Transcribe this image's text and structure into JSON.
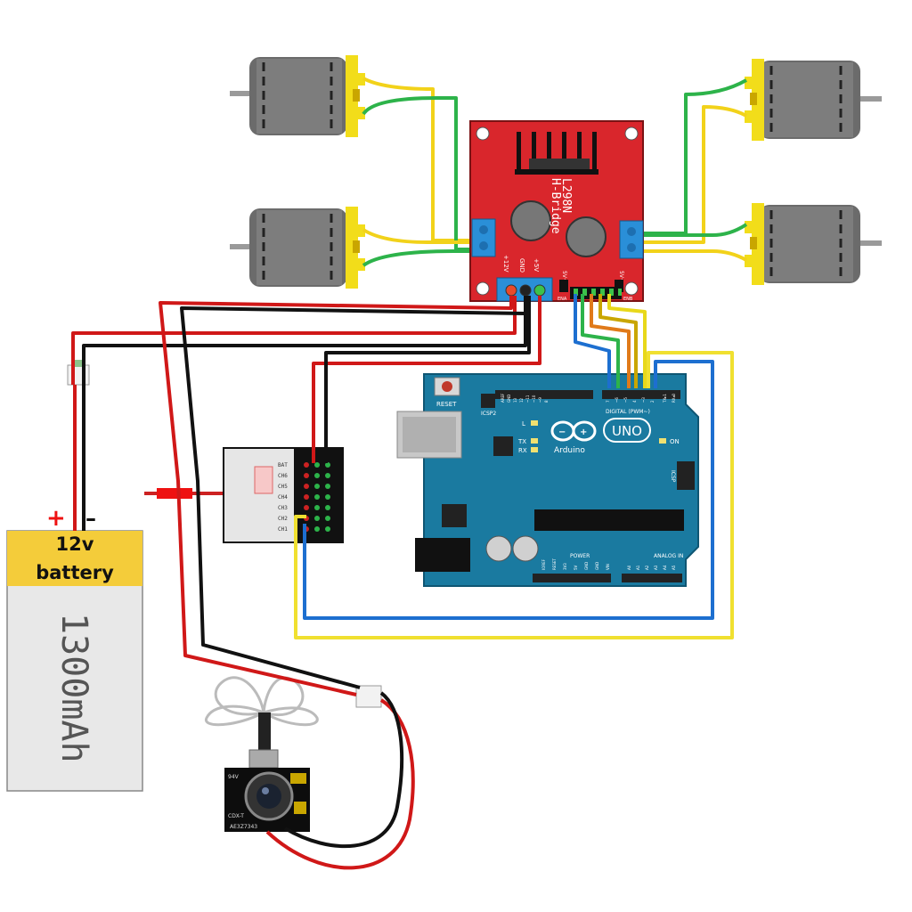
{
  "battery": {
    "plus": "+",
    "minus": "–",
    "voltage": "12v",
    "word": "battery",
    "capacity": "1300mAh"
  },
  "hbridge": {
    "chip": "L298N",
    "name": "H-Bridge",
    "pin_12v": "+12V",
    "pin_gnd": "GND",
    "pin_5v": "+5V",
    "pin_5v_left": "5V+",
    "pin_5v_right": "5V+",
    "ena": "ENA",
    "enb": "ENB"
  },
  "receiver": {
    "pins": [
      "BAT",
      "CH6",
      "CH5",
      "CH4",
      "CH3",
      "CH2",
      "CH1"
    ]
  },
  "arduino": {
    "reset": "RESET",
    "icsp2": "ICSP2",
    "digital": "DIGITAL (PWM~)",
    "led_l": "L",
    "tx": "TX",
    "rx": "RX",
    "logo": "UNO",
    "brand": "Arduino",
    "on": "ON",
    "icsp": "ICSP",
    "power": "POWER",
    "analog": "ANALOG IN",
    "digital_pins": [
      "AREF",
      "GND",
      "13",
      "12",
      "~11",
      "~10",
      "~9",
      "8",
      "7",
      "~6",
      "~5",
      "4",
      "~3",
      "2",
      "TX▸1",
      "RX◂0"
    ],
    "power_pins": [
      "IOREF",
      "RESET",
      "3V3",
      "5V",
      "GND",
      "GND",
      "VIN"
    ],
    "analog_pins": [
      "A0",
      "A1",
      "A2",
      "A3",
      "A4",
      "A5"
    ]
  },
  "camera": {
    "label1": "94V",
    "label2": "CDX-T",
    "label3": "AE3Z7343"
  }
}
